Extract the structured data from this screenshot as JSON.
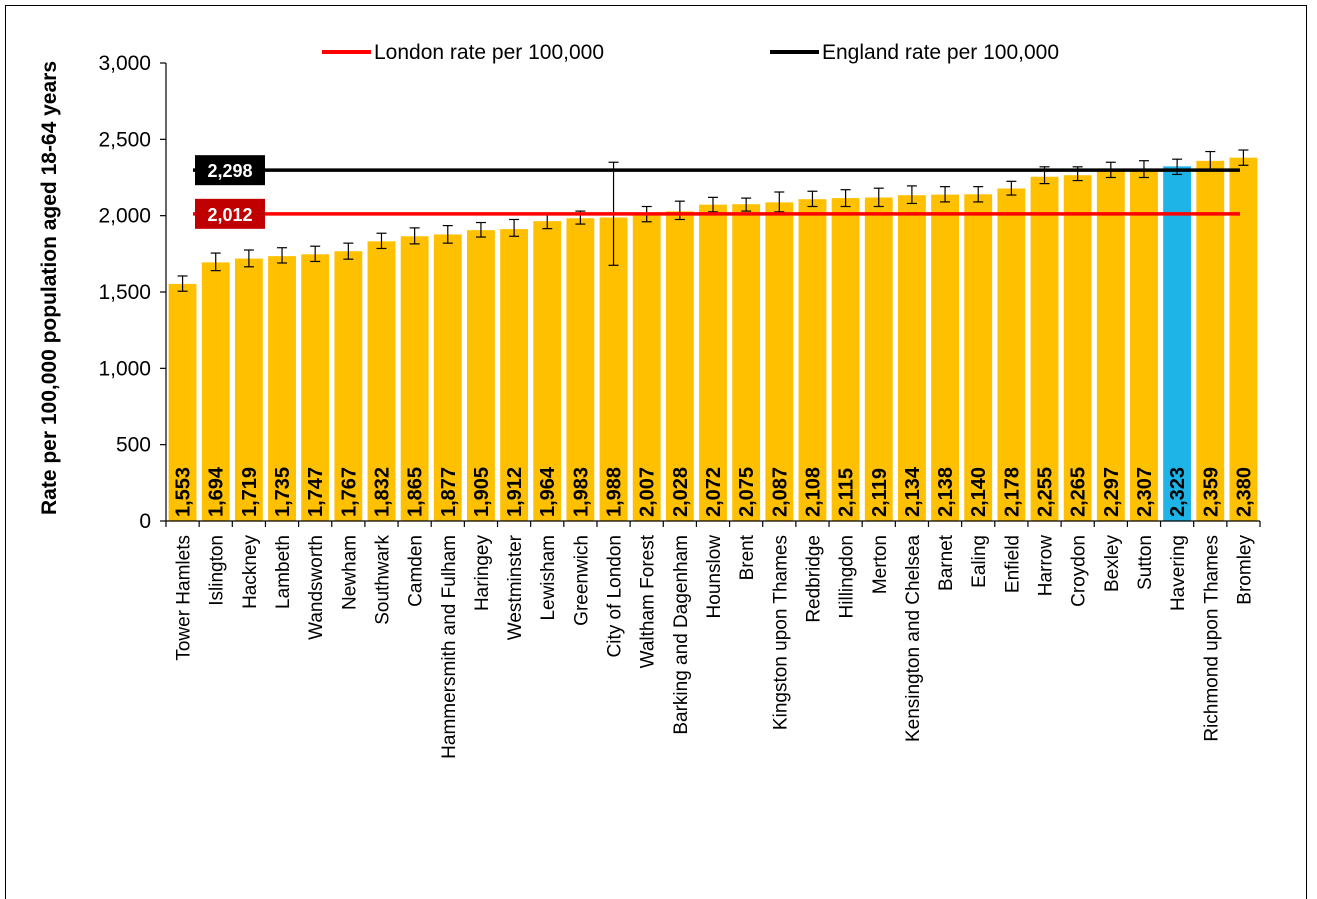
{
  "chart_data": {
    "type": "bar",
    "ylabel": "Rate per 100,000 population aged  18-64 years",
    "ylim": [
      0,
      3000
    ],
    "yticks": [
      0,
      500,
      1000,
      1500,
      2000,
      2500,
      3000
    ],
    "ytick_labels": [
      "0",
      "500",
      "1,000",
      "1,500",
      "2,000",
      "2,500",
      "3,000"
    ],
    "grid": false,
    "legend_position": "top",
    "categories": [
      "Tower Hamlets",
      "Islington",
      "Hackney",
      "Lambeth",
      "Wandsworth",
      "Newham",
      "Southwark",
      "Camden",
      "Hammersmith and Fulham",
      "Haringey",
      "Westminster",
      "Lewisham",
      "Greenwich",
      "City of London",
      "Waltham Forest",
      "Barking and Dagenham",
      "Hounslow",
      "Brent",
      "Kingston upon Thames",
      "Redbridge",
      "Hillingdon",
      "Merton",
      "Kensington and Chelsea",
      "Barnet",
      "Ealing",
      "Enfield",
      "Harrow",
      "Croydon",
      "Bexley",
      "Sutton",
      "Havering",
      "Richmond upon Thames",
      "Bromley"
    ],
    "values": [
      1553,
      1694,
      1719,
      1735,
      1747,
      1767,
      1832,
      1865,
      1877,
      1905,
      1912,
      1964,
      1983,
      1988,
      2007,
      2028,
      2072,
      2075,
      2087,
      2108,
      2115,
      2119,
      2134,
      2138,
      2140,
      2178,
      2255,
      2265,
      2297,
      2307,
      2323,
      2359,
      2380
    ],
    "value_labels": [
      "1,553",
      "1,694",
      "1,719",
      "1,735",
      "1,747",
      "1,767",
      "1,832",
      "1,865",
      "1,877",
      "1,905",
      "1,912",
      "1,964",
      "1,983",
      "1,988",
      "2,007",
      "2,028",
      "2,072",
      "2,075",
      "2,087",
      "2,108",
      "2,115",
      "2,119",
      "2,134",
      "2,138",
      "2,140",
      "2,178",
      "2,255",
      "2,265",
      "2,297",
      "2,307",
      "2,323",
      "2,359",
      "2,380"
    ],
    "ci_lower": [
      1505,
      1640,
      1665,
      1690,
      1700,
      1715,
      1785,
      1815,
      1820,
      1860,
      1865,
      1915,
      1945,
      1675,
      1960,
      1975,
      2025,
      2030,
      2025,
      2060,
      2060,
      2060,
      2080,
      2090,
      2090,
      2135,
      2210,
      2230,
      2250,
      2250,
      2270,
      2300,
      2330
    ],
    "ci_upper": [
      1605,
      1755,
      1775,
      1790,
      1800,
      1820,
      1885,
      1920,
      1935,
      1955,
      1975,
      2015,
      2030,
      2350,
      2060,
      2095,
      2120,
      2115,
      2155,
      2160,
      2170,
      2180,
      2195,
      2190,
      2190,
      2225,
      2320,
      2320,
      2350,
      2360,
      2370,
      2420,
      2430
    ],
    "bar_color": "#FFC000",
    "highlight_category": "Havering",
    "highlight_color": "#1FB4E8",
    "error_bar_color": "#000000",
    "reference_lines": [
      {
        "name": "London rate per 100,000",
        "value": 2012,
        "label": "2,012",
        "color": "#FF0000",
        "label_bg": "#C00000"
      },
      {
        "name": "England rate per 100,000",
        "value": 2298,
        "label": "2,298",
        "color": "#000000",
        "label_bg": "#000000"
      }
    ]
  }
}
